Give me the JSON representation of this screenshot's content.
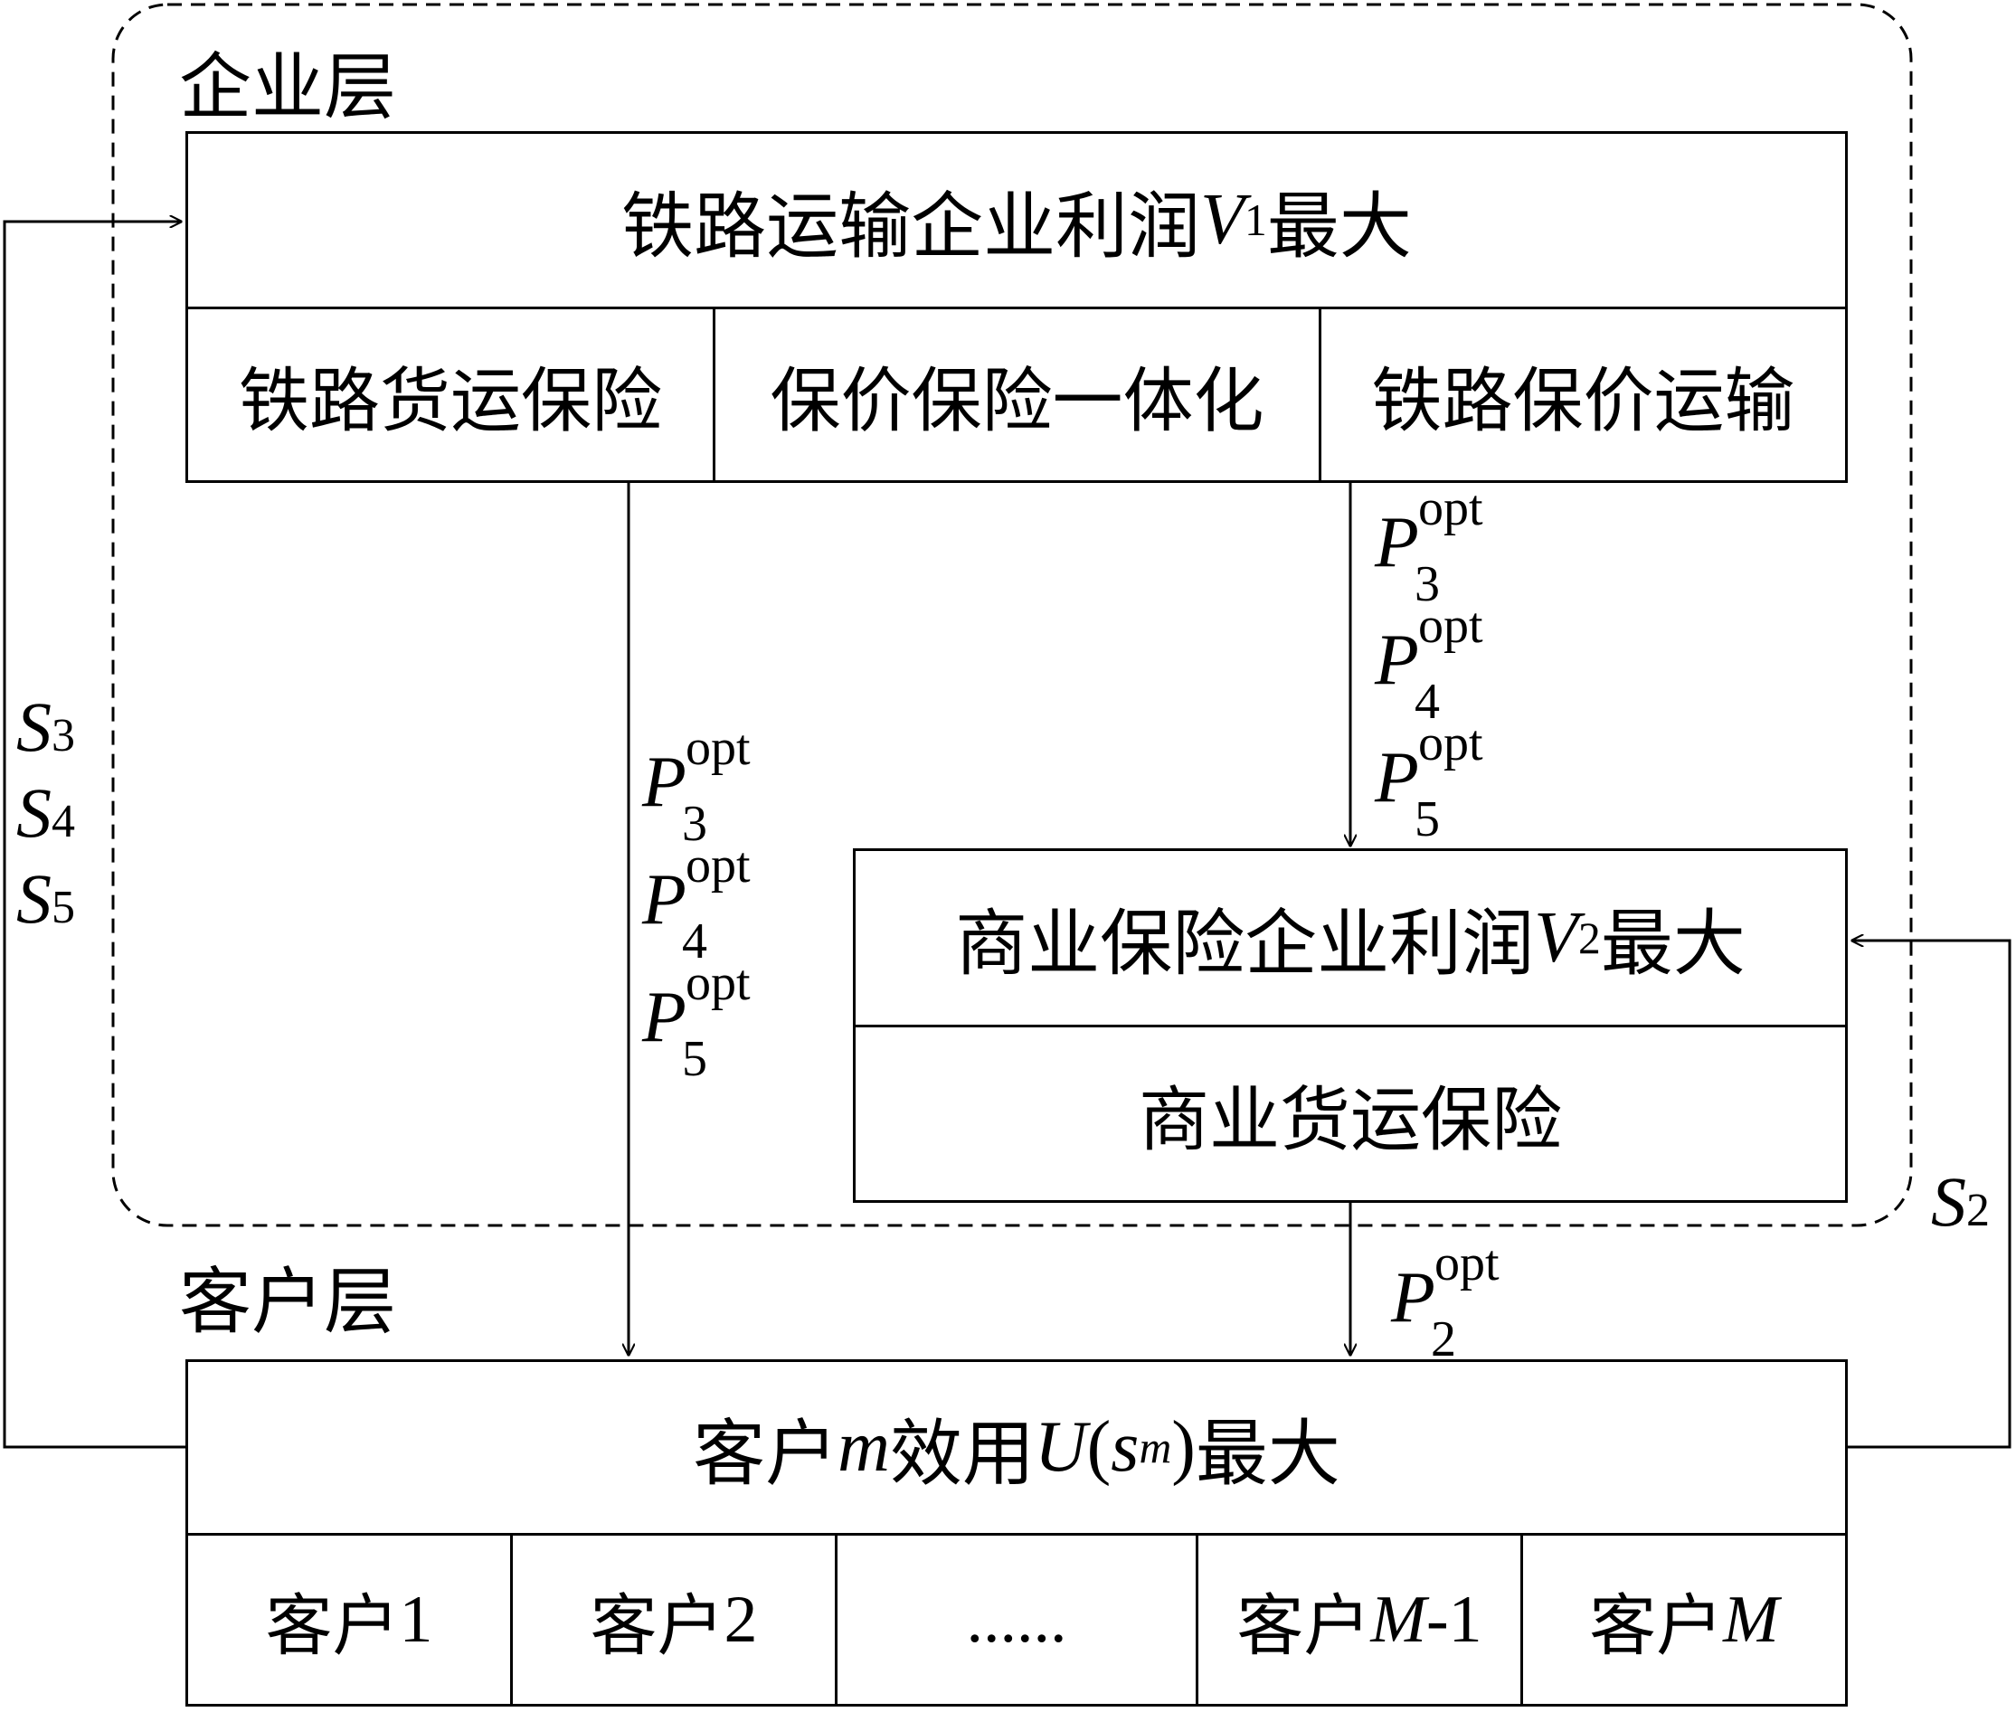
{
  "enterprise_layer": {
    "label": "企业层",
    "railway_profit": {
      "prefix": "铁路运输企业利润",
      "var": "V",
      "sub": "1",
      "suffix": "最大"
    },
    "railway_options": [
      "铁路货运保险",
      "保价保险一体化",
      "铁路保价运输"
    ],
    "commercial_profit": {
      "prefix": "商业保险企业利润",
      "var": "V",
      "sub": "2",
      "suffix": "最大"
    },
    "commercial_option": "商业货运保险"
  },
  "customer_layer": {
    "label": "客户层",
    "utility": {
      "prefix": "客户",
      "m": "m",
      "mid": "效用",
      "U": "U",
      "open": "(",
      "s": "s",
      "s_sub": "m",
      "close": ")",
      "suffix": "最大"
    },
    "customers": [
      {
        "prefix": "客户",
        "num": "1",
        "italic": ""
      },
      {
        "prefix": "客户",
        "num": "2",
        "italic": ""
      },
      {
        "prefix": "",
        "num": "......",
        "italic": ""
      },
      {
        "prefix": "客户",
        "num": "-1",
        "italic": "M"
      },
      {
        "prefix": "客户",
        "num": "",
        "italic": "M"
      }
    ]
  },
  "flows": {
    "railway_to_customer": [
      {
        "sym": "P",
        "sub": "3",
        "sup": "opt"
      },
      {
        "sym": "P",
        "sub": "4",
        "sup": "opt"
      },
      {
        "sym": "P",
        "sub": "5",
        "sup": "opt"
      }
    ],
    "railway_to_commercial": [
      {
        "sym": "P",
        "sub": "3",
        "sup": "opt"
      },
      {
        "sym": "P",
        "sub": "4",
        "sup": "opt"
      },
      {
        "sym": "P",
        "sub": "5",
        "sup": "opt"
      }
    ],
    "commercial_to_customer": [
      {
        "sym": "P",
        "sub": "2",
        "sup": "opt"
      }
    ],
    "customer_to_railway": [
      {
        "sym": "S",
        "sub": "3"
      },
      {
        "sym": "S",
        "sub": "4"
      },
      {
        "sym": "S",
        "sub": "5"
      }
    ],
    "customer_to_commercial": [
      {
        "sym": "S",
        "sub": "2"
      }
    ]
  }
}
